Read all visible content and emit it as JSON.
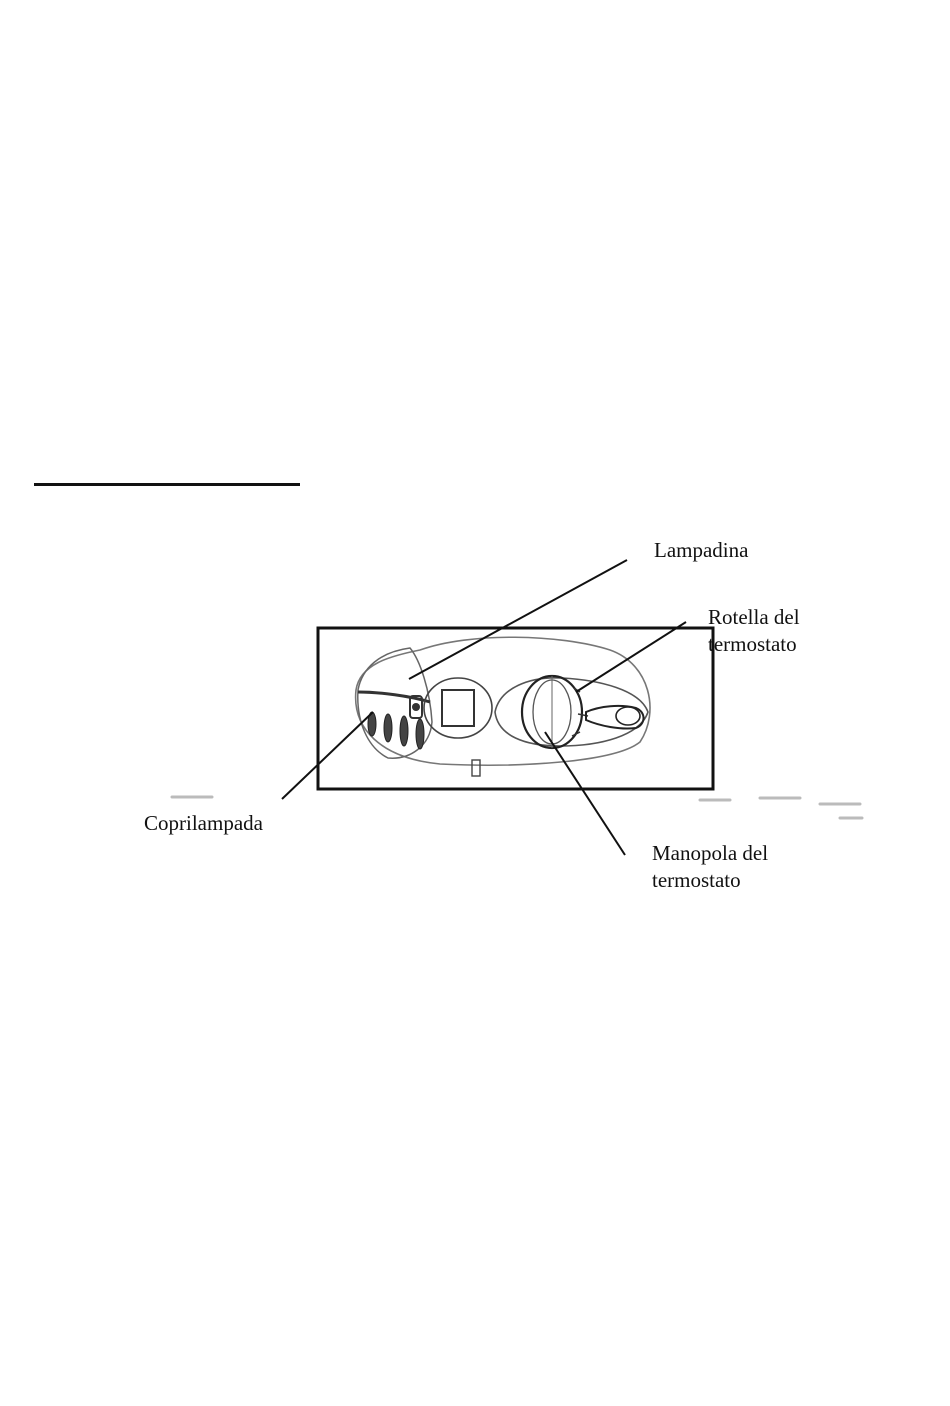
{
  "labels": {
    "lampadina": "Lampadina",
    "rotella_line1": "Rotella del",
    "rotella_line2": "termostato",
    "coprilampada": "Coprilampada",
    "manopola_line1": "Manopola del",
    "manopola_line2": "termostato"
  },
  "colors": {
    "ink": "#111111",
    "background": "#ffffff"
  }
}
